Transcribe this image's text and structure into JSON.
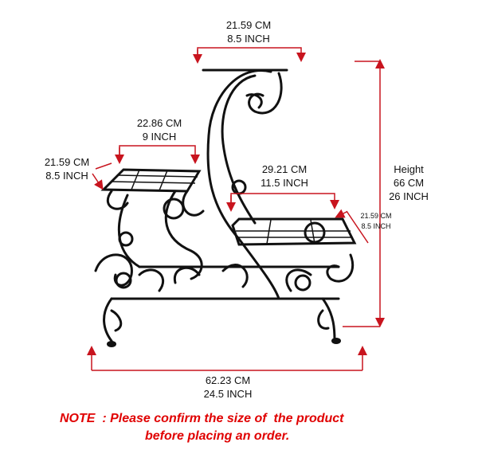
{
  "dimensions": {
    "top_width": {
      "cm": "21.59 CM",
      "inch": "8.5 INCH"
    },
    "left_shelf_width": {
      "cm": "22.86 CM",
      "inch": "9 INCH"
    },
    "left_shelf_depth": {
      "cm": "21.59 CM",
      "inch": "8.5 INCH"
    },
    "right_shelf_width": {
      "cm": "29.21 CM",
      "inch": "11.5 INCH"
    },
    "right_shelf_depth": {
      "cm": "21.59 CM",
      "inch": "8.5 INCH"
    },
    "height": {
      "label": "Height",
      "cm": "66 CM",
      "inch": "26 INCH"
    },
    "total_width": {
      "cm": "62.23 CM",
      "inch": "24.5 INCH"
    }
  },
  "note": {
    "prefix": "NOTE  : Please confirm the size of  the product",
    "line2": "before placing an order."
  },
  "colors": {
    "dimension_lines": "#c8141e",
    "note_text": "#e00000",
    "iron": "#111111"
  }
}
